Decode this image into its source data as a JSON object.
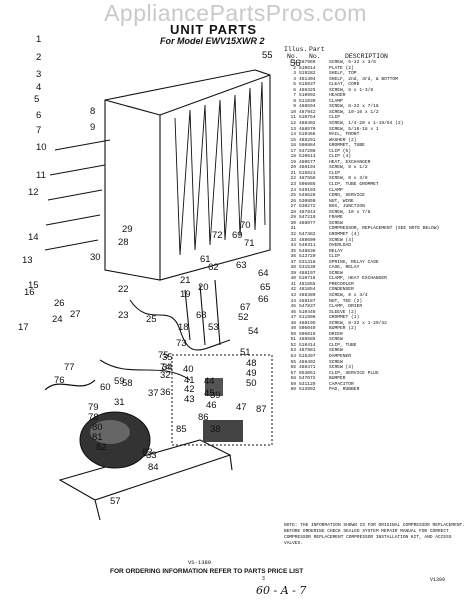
{
  "watermark": "AppliancePartsPros.com",
  "title": "UNIT PARTS",
  "model": "For Model EWV15XWR 2",
  "table_header": {
    "illus": "Illus.",
    "no": "No.",
    "part": "Part",
    "part_no": "No.",
    "description": "DESCRIPTION"
  },
  "parts": [
    [
      "1",
      "487969",
      "SCREW, 6-32 x 3/8"
    ],
    [
      "2",
      "510614",
      "PLATE (2)"
    ],
    [
      "3",
      "519282",
      "SHELF, TOP"
    ],
    [
      "4",
      "451404",
      "SHELF, 2nd, 3rd, & BOTTOM"
    ],
    [
      "5",
      "615037",
      "CLEAT, CORD"
    ],
    [
      "6",
      "488325",
      "SCREW, 8 x 1-3/8"
    ],
    [
      "7",
      "510992",
      "HEADER"
    ],
    [
      "8",
      "511039",
      "CLAMP"
    ],
    [
      "9",
      "488594",
      "SCREW, 8-32 x 7/16"
    ],
    [
      "10",
      "487942",
      "SCREW, 10-16 x 1/2"
    ],
    [
      "11",
      "510754",
      "CLIP"
    ],
    [
      "12",
      "488402",
      "SCREW, 1/4-20 x 1-19/64 (2)"
    ],
    [
      "13",
      "488570",
      "SCREW, 5/16-18 x 1"
    ],
    [
      "14",
      "510466",
      "RAIL, FRONT"
    ],
    [
      "15",
      "488291",
      "WASHER (2)"
    ],
    [
      "16",
      "506884",
      "GROMMET, TUBE"
    ],
    [
      "17",
      "547208",
      "CLIP (5)"
    ],
    [
      "18",
      "510613",
      "CLIP (4)"
    ],
    [
      "19",
      "480577",
      "HEAT, EXCHANGER"
    ],
    [
      "20",
      "486194",
      "SCREW, 8 x 1/2"
    ],
    [
      "21",
      "515621",
      "CLIP"
    ],
    [
      "22",
      "487556",
      "SCREW, 8 x 3/8"
    ],
    [
      "23",
      "506885",
      "CLIP, TUBE GROMMET"
    ],
    [
      "24",
      "549193",
      "CLAMP"
    ],
    [
      "25",
      "548526",
      "CORD, SERVICE"
    ],
    [
      "26",
      "530850",
      "NUT, WIRE"
    ],
    [
      "27",
      "530272",
      "BOX, JUNCTION"
    ],
    [
      "28",
      "487843",
      "SCREW, 10 x 7/8"
    ],
    [
      "29",
      "547219",
      "FRAME"
    ],
    [
      "30",
      "488077",
      "SCREW"
    ],
    [
      "31",
      "",
      "COMPRESSOR, REPLACEMENT (SEE NOTE BELOW)"
    ],
    [
      "32",
      "547382",
      "GROMMET (4)"
    ],
    [
      "33",
      "488600",
      "SCREW (4)"
    ],
    [
      "34",
      "540311",
      "OVERLOAD"
    ],
    [
      "35",
      "548836",
      "RELAY"
    ],
    [
      "36",
      "513720",
      "CLIP"
    ],
    [
      "37",
      "531318",
      "SPRING, RELAY CASE"
    ],
    [
      "38",
      "531539",
      "CASE, RELAY"
    ],
    [
      "39",
      "488197",
      "SCREW"
    ],
    [
      "40",
      "510716",
      "CLAMP, HEAT EXCHANGER"
    ],
    [
      "41",
      "481855",
      "PRECOOLER"
    ],
    [
      "42",
      "481854",
      "CONDENSER"
    ],
    [
      "43",
      "488380",
      "SCREW, 8 x 3/4"
    ],
    [
      "44",
      "488187",
      "NUT, TEE (2)"
    ],
    [
      "45",
      "547837",
      "CLAMP, DRIER"
    ],
    [
      "46",
      "510446",
      "SLEEVE (2)"
    ],
    [
      "47",
      "511996",
      "GROMMET (1)"
    ],
    [
      "48",
      "488195",
      "SCREW, 8-32 x 1-29/32"
    ],
    [
      "49",
      "506049",
      "BUMPER (2)"
    ],
    [
      "50",
      "505019",
      "DRIER"
    ],
    [
      "51",
      "488586",
      "SCREW"
    ],
    [
      "52",
      "510414",
      "CLIP, TUBE"
    ],
    [
      "53",
      "487981",
      "SCREW"
    ],
    [
      "54",
      "515497",
      "DAMPENER"
    ],
    [
      "55",
      "488402",
      "SCREW"
    ],
    [
      "56",
      "488471",
      "SCREW (3)"
    ],
    [
      "57",
      "653051",
      "CLIP, SERVICE PLUG"
    ],
    [
      "58",
      "547072",
      "BUMPER"
    ],
    [
      "59",
      "531129",
      "CAPACITOR"
    ],
    [
      "60",
      "513992",
      "PAD, RUBBER"
    ]
  ],
  "note": "NOTE: THE INFORMATION SHOWN IS FOR ORIGINAL COMPRESSOR REPLACEMENT. BEFORE ORDERING CHECK SEALED SYSTEM REPAIR MANUAL FOR CORRECT COMPRESSOR REPLACEMENT COMPRESSOR INSTALLATION KIT, AND ACCESS VALVES.",
  "vs_code": "VS-1389",
  "ordering": "FOR ORDERING INFORMATION REFER TO PARTS PRICE LIST",
  "page_number": "3",
  "corner_code": "V1309",
  "handwritten": "60 - A - 7",
  "callouts": [
    "1",
    "2",
    "3",
    "4",
    "5",
    "6",
    "7",
    "8",
    "9",
    "10",
    "11",
    "12",
    "13",
    "14",
    "15",
    "16",
    "17",
    "18",
    "19",
    "20",
    "21",
    "22",
    "23",
    "24",
    "25",
    "26",
    "27",
    "28",
    "29",
    "30",
    "31",
    "32",
    "33",
    "34",
    "35",
    "36",
    "37",
    "38",
    "39",
    "40",
    "41",
    "42",
    "43",
    "44",
    "45",
    "46",
    "47",
    "48",
    "49",
    "50",
    "51",
    "52",
    "53",
    "54",
    "55",
    "56",
    "57",
    "58",
    "59",
    "60",
    "61",
    "62",
    "63",
    "64",
    "65",
    "66",
    "67",
    "68",
    "69",
    "70",
    "71",
    "72",
    "73",
    "74",
    "75",
    "76",
    "77",
    "78",
    "79",
    "80",
    "81",
    "82",
    "83",
    "84",
    "85",
    "86",
    "87"
  ]
}
